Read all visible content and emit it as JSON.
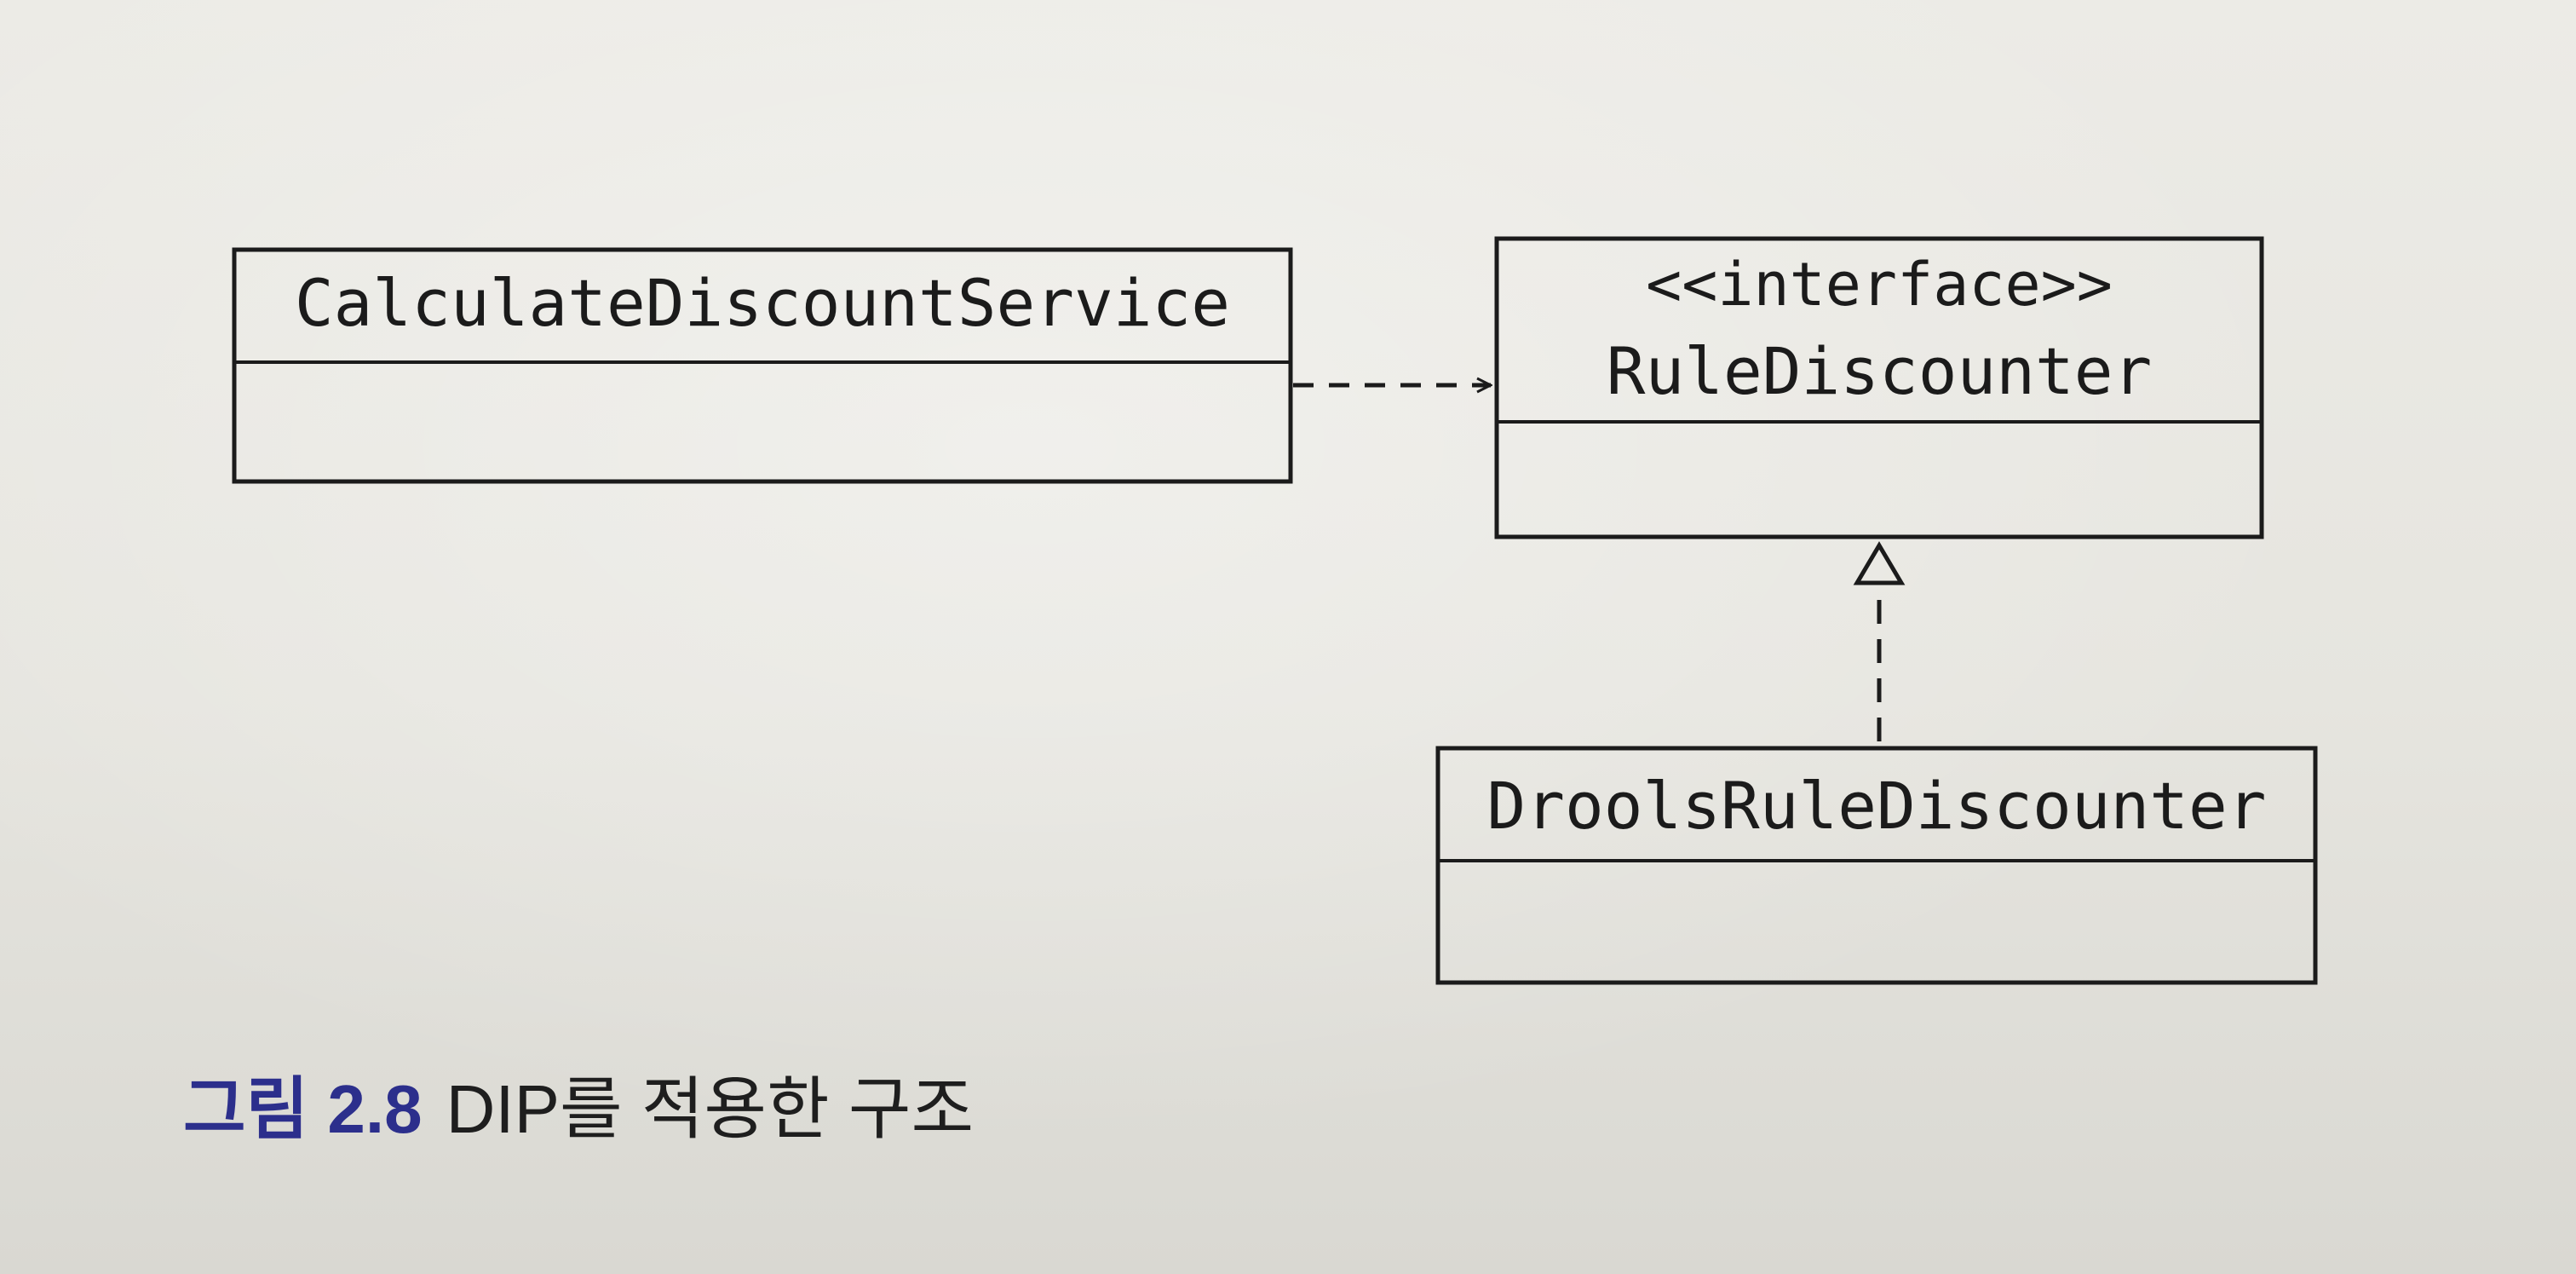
{
  "diagram": {
    "classes": [
      {
        "id": "calc",
        "name": "CalculateDiscountService",
        "stereotype": ""
      },
      {
        "id": "rule",
        "name": "RuleDiscounter",
        "stereotype": "<<interface>>"
      },
      {
        "id": "drools",
        "name": "DroolsRuleDiscounter",
        "stereotype": ""
      }
    ],
    "relations": [
      {
        "from": "CalculateDiscountService",
        "to": "RuleDiscounter",
        "type": "dependency"
      },
      {
        "from": "DroolsRuleDiscounter",
        "to": "RuleDiscounter",
        "type": "realization"
      }
    ]
  },
  "caption": {
    "label": "그림 2.8",
    "text": "DIP를 적용한 구조",
    "label_color": "#2c2f8c"
  }
}
